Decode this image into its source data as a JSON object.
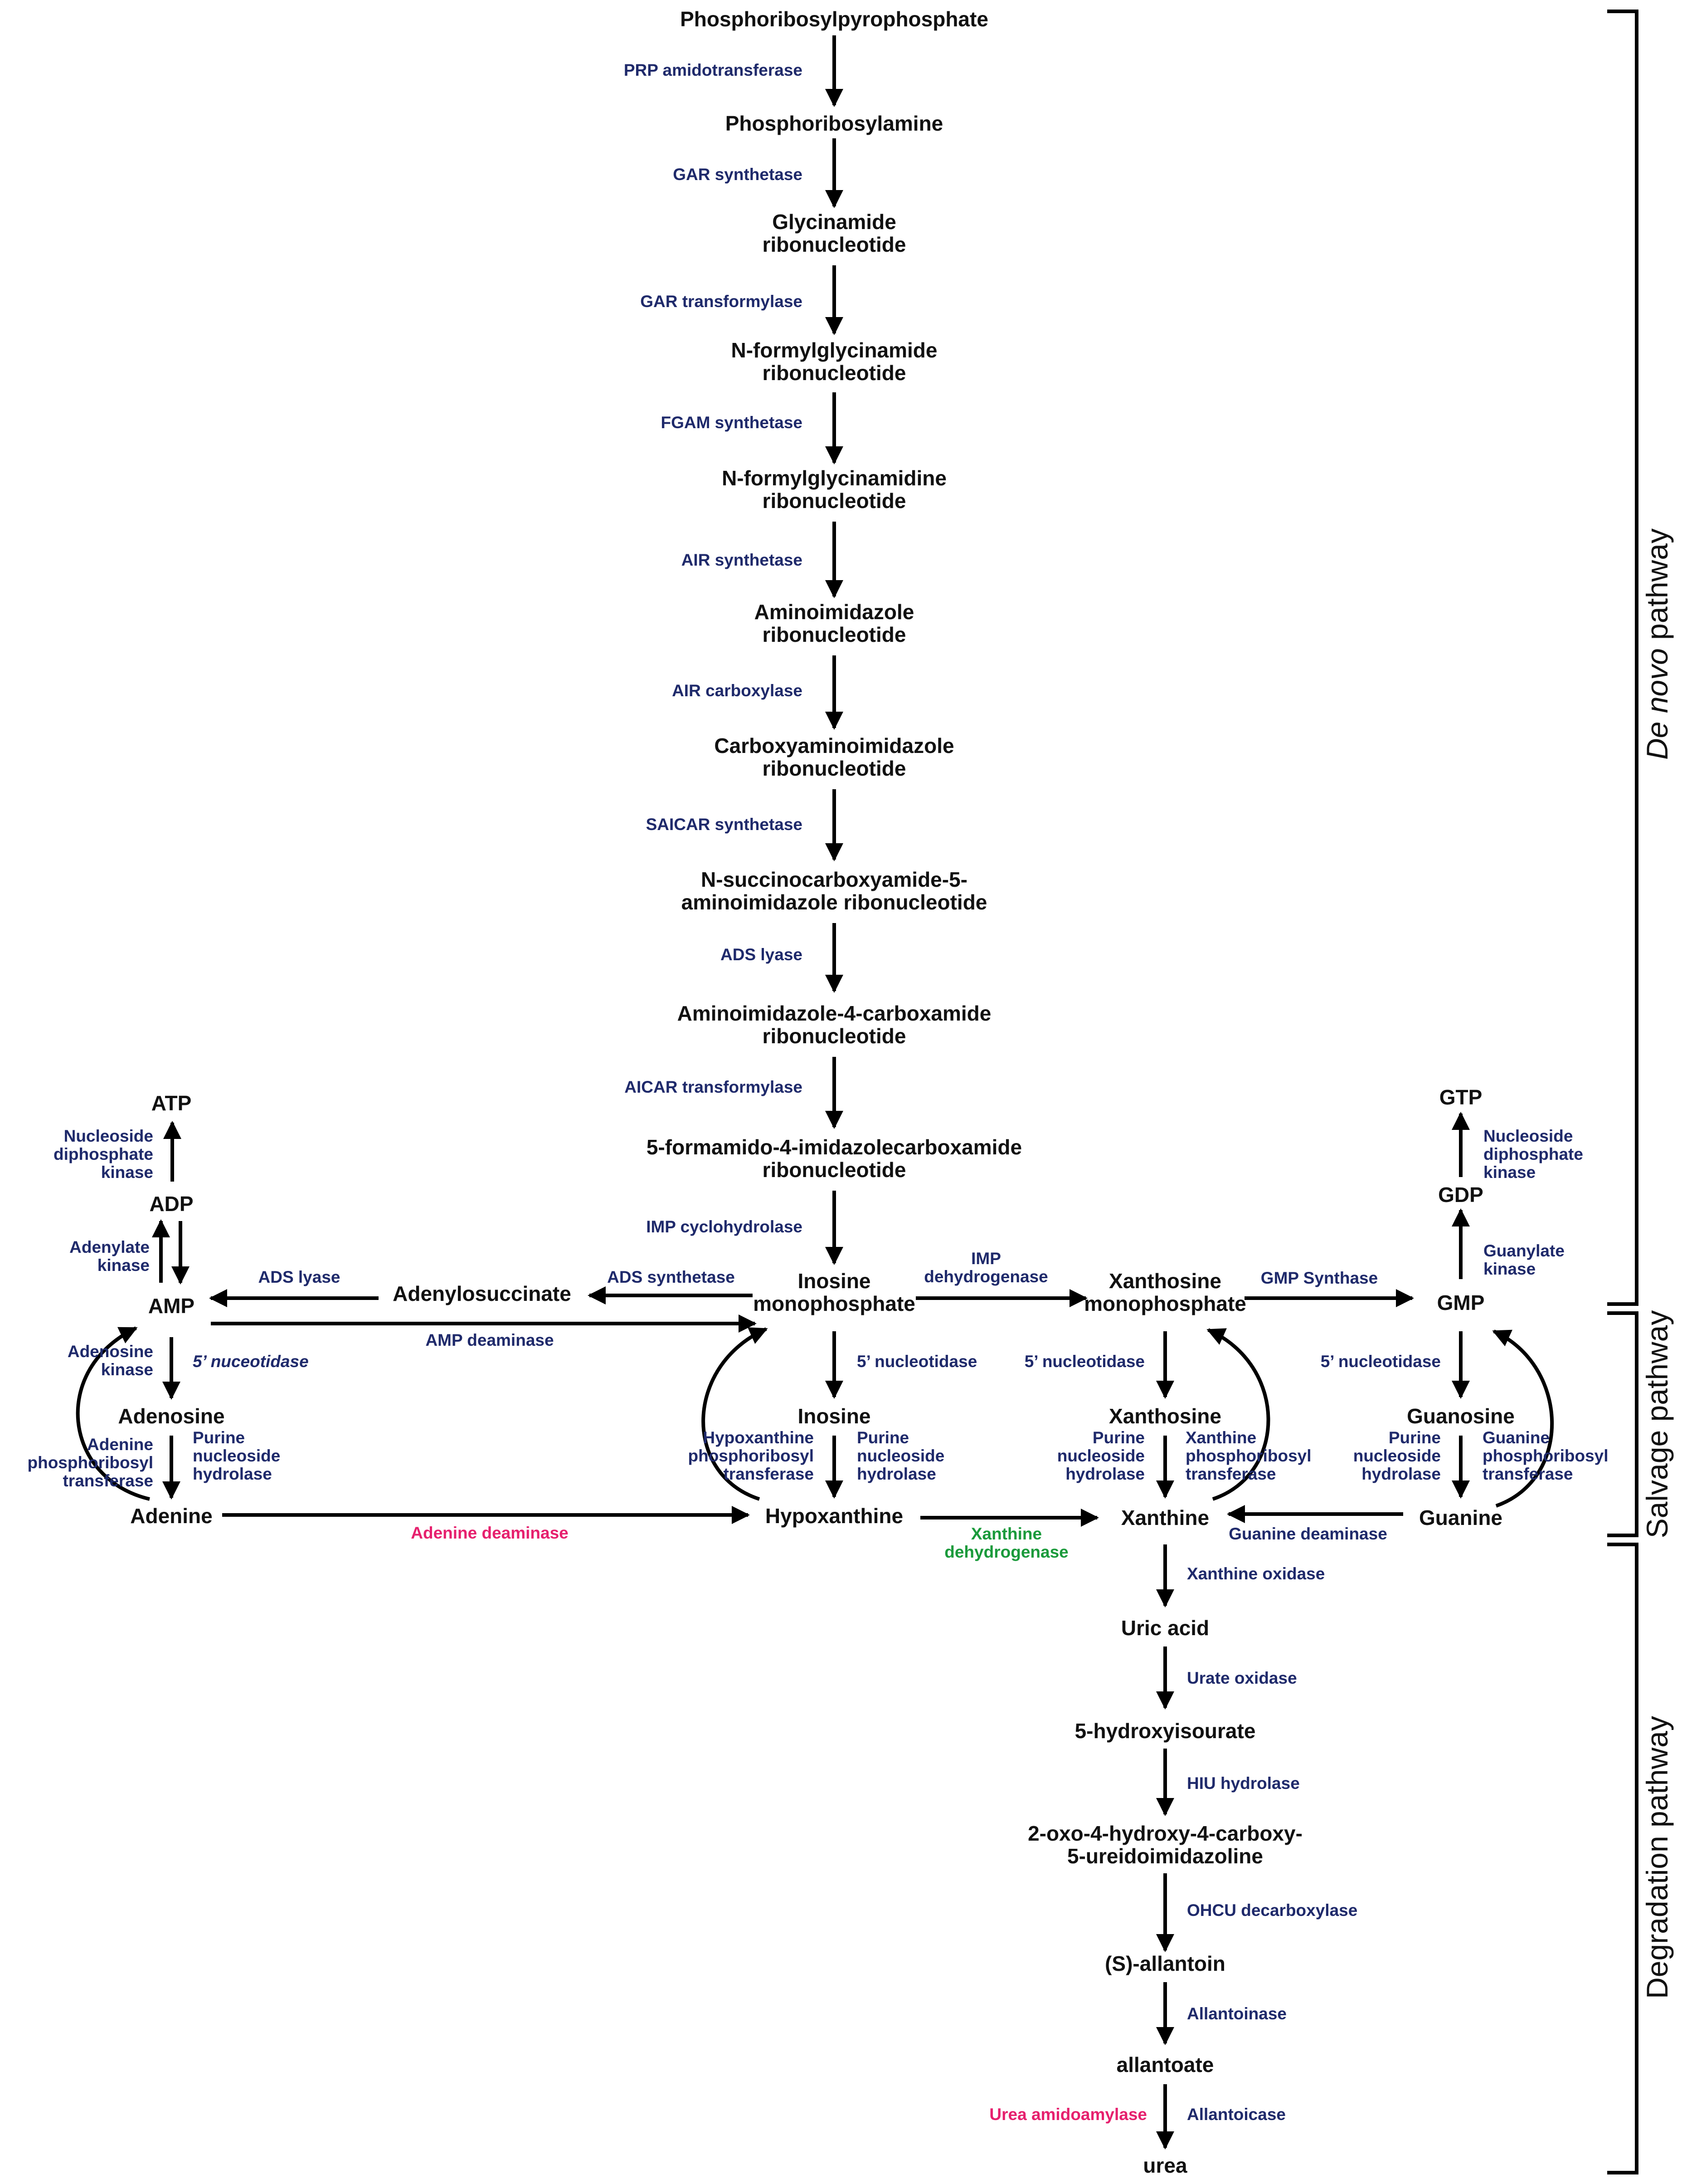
{
  "colors": {
    "compound": "#111111",
    "enzyme": "#1f2a6b",
    "highlight_pink": "#e6206e",
    "highlight_green": "#1a9a3b",
    "arrow": "#000000"
  },
  "compounds": {
    "prpp": "Phosphoribosylpyrophosphate",
    "pra": "Phosphoribosylamine",
    "gar_l1": "Glycinamide",
    "gar_l2": "ribonucleotide",
    "fgar_l1": "N-formylglycinamide",
    "fgar_l2": "ribonucleotide",
    "fgam_l1": "N-formylglycinamidine",
    "fgam_l2": "ribonucleotide",
    "air_l1": "Aminoimidazole",
    "air_l2": "ribonucleotide",
    "cair_l1": "Carboxyaminoimidazole",
    "cair_l2": "ribonucleotide",
    "saicar_l1": "N-succinocarboxyamide-5-",
    "saicar_l2": "aminoimidazole ribonucleotide",
    "aicar_l1": "Aminoimidazole-4-carboxamide",
    "aicar_l2": "ribonucleotide",
    "faicar_l1": "5-formamido-4-imidazolecarboxamide",
    "faicar_l2": "ribonucleotide",
    "imp_l1": "Inosine",
    "imp_l2": "monophosphate",
    "xmp_l1": "Xanthosine",
    "xmp_l2": "monophosphate",
    "gmp": "GMP",
    "gdp": "GDP",
    "gtp": "GTP",
    "atp": "ATP",
    "adp": "ADP",
    "amp": "AMP",
    "adenylosuccinate": "Adenylosuccinate",
    "adenosine": "Adenosine",
    "adenine": "Adenine",
    "inosine": "Inosine",
    "hypoxanthine": "Hypoxanthine",
    "xanthosine": "Xanthosine",
    "xanthine": "Xanthine",
    "guanosine": "Guanosine",
    "guanine": "Guanine",
    "uric_acid": "Uric acid",
    "hiu": "5-hydroxyisourate",
    "ohcu_l1": "2-oxo-4-hydroxy-4-carboxy-",
    "ohcu_l2": "5-ureidoimidazoline",
    "allantoin": "(S)-allantoin",
    "allantoate": "allantoate",
    "urea": "urea"
  },
  "enzymes": {
    "prpp_amido": "PRP amidotransferase",
    "gar_syn": "GAR synthetase",
    "gar_trans": "GAR transformylase",
    "fgam_syn": "FGAM synthetase",
    "air_syn": "AIR synthetase",
    "air_carb": "AIR carboxylase",
    "saicar_syn": "SAICAR synthetase",
    "ads_lyase_main": "ADS lyase",
    "aicar_trans": "AICAR transformylase",
    "imp_cyclo": "IMP cyclohydrolase",
    "ads_syn": "ADS synthetase",
    "ads_lyase": "ADS lyase",
    "amp_deaminase": "AMP deaminase",
    "imp_dehyd_l1": "IMP",
    "imp_dehyd_l2": "dehydrogenase",
    "gmp_syn": "GMP Synthase",
    "guanylate_l1": "Guanylate",
    "guanylate_l2": "kinase",
    "ndk_g_l1": "Nucleoside",
    "ndk_g_l2": "diphosphate",
    "ndk_g_l3": "kinase",
    "ndk_a_l1": "Nucleoside",
    "ndk_a_l2": "diphosphate",
    "ndk_a_l3": "kinase",
    "adenylate_l1": "Adenylate",
    "adenylate_l2": "kinase",
    "adenosine_kinase_l1": "Adenosine",
    "adenosine_kinase_l2": "kinase",
    "five_nuc_a": "5’ nuceotidase",
    "adenine_prt_l1": "Adenine",
    "adenine_prt_l2": "phosphoribosyl",
    "adenine_prt_l3": "transferase",
    "pnh_a_l1": "Purine",
    "pnh_a_l2": "nucleoside",
    "pnh_a_l3": "hydrolase",
    "five_nuc_i": "5’ nucleotidase",
    "hprt_l1": "Hypoxanthine",
    "hprt_l2": "phosphoribosyl",
    "hprt_l3": "transferase",
    "pnh_i_l1": "Purine",
    "pnh_i_l2": "nucleoside",
    "pnh_i_l3": "hydrolase",
    "five_nuc_x": "5’ nucleotidase",
    "pnh_x_l1": "Purine",
    "pnh_x_l2": "nucleoside",
    "pnh_x_l3": "hydrolase",
    "xprt_l1": "Xanthine",
    "xprt_l2": "phosphoribosyl",
    "xprt_l3": "transferase",
    "five_nuc_g": "5’ nucleotidase",
    "pnh_g_l1": "Purine",
    "pnh_g_l2": "nucleoside",
    "pnh_g_l3": "hydrolase",
    "gprt_l1": "Guanine",
    "gprt_l2": "phosphoribosyl",
    "gprt_l3": "transferase",
    "adenine_deaminase": "Adenine deaminase",
    "xdh_l1": "Xanthine",
    "xdh_l2": "dehydrogenase",
    "guanine_deaminase": "Guanine deaminase",
    "xo": "Xanthine oxidase",
    "urate_oxidase": "Urate oxidase",
    "hiu_hydrolase": "HIU hydrolase",
    "ohcu_decarb": "OHCU decarboxylase",
    "allantoinase": "Allantoinase",
    "urea_amido": "Urea amidoamylase",
    "allantoicase": "Allantoicase"
  },
  "pathways": {
    "de_novo_italic": "De novo",
    "de_novo_rest": " pathway",
    "salvage": "Salvage pathway",
    "degradation": "Degradation pathway"
  }
}
